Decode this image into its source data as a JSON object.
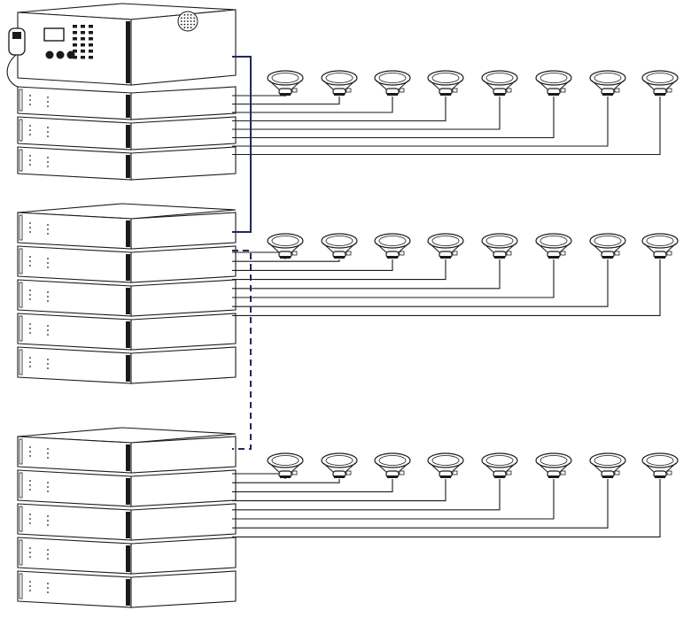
{
  "colors": {
    "stroke": "#1a1a1a",
    "link": "#1f2a5c",
    "background": "#ffffff"
  },
  "groups": [
    {
      "name": "rack-group-1",
      "has_controller": true,
      "amplifier_units": 3,
      "speakers": 8
    },
    {
      "name": "rack-group-2",
      "has_controller": false,
      "amplifier_units": 5,
      "speakers": 8
    },
    {
      "name": "rack-group-3",
      "has_controller": false,
      "amplifier_units": 5,
      "speakers": 8
    }
  ],
  "links": [
    {
      "from": "rack-group-1",
      "to": "rack-group-2",
      "style": "solid"
    },
    {
      "from": "rack-group-2",
      "to": "rack-group-3",
      "style": "dashed"
    }
  ],
  "icons": {
    "speaker": "loudspeaker-icon",
    "microphone": "handheld-microphone-icon",
    "fan": "fan-grille-icon"
  }
}
